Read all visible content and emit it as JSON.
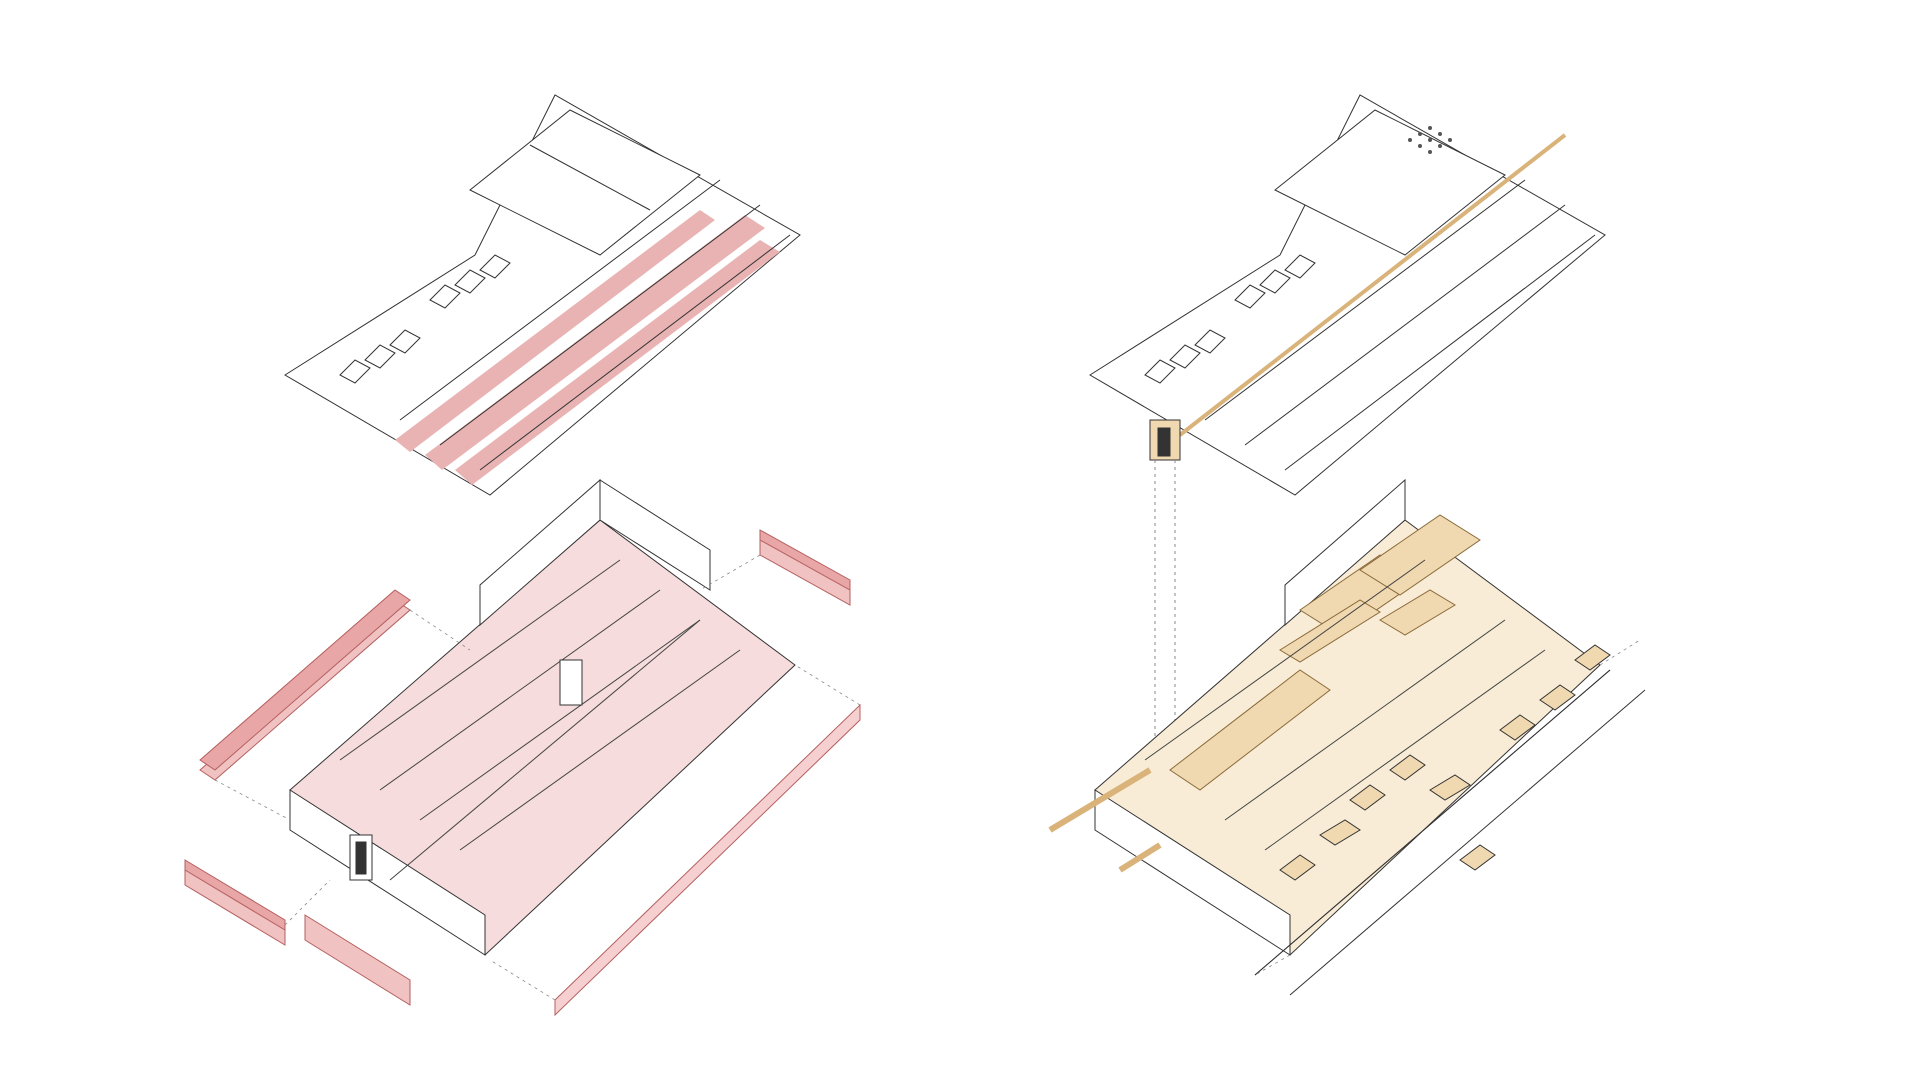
{
  "diagram": {
    "kind": "exploded-axonometric-comparison",
    "panels": [
      {
        "id": "existing",
        "accent": "#d98f8f",
        "fill": "#f4d6d6",
        "line": "#2a2a2a",
        "layers": [
          "roof",
          "main-hall",
          "side-bar-west",
          "side-bar-northeast",
          "side-bar-southwest",
          "side-bar-south",
          "long-facade-wall"
        ]
      },
      {
        "id": "proposed",
        "accent": "#e6c48f",
        "fill": "#f5e2c0",
        "line": "#2a2a2a",
        "layers": [
          "roof",
          "main-hall",
          "insertion-volumes",
          "circulation-tower",
          "bridge-walkway",
          "outdoor-furniture"
        ]
      }
    ],
    "colors": {
      "background": "#ffffff",
      "linework": "#333333",
      "existing_pink": "#e7a9a9",
      "existing_pink_light": "#f6dcdc",
      "proposed_beige": "#f0d9b0",
      "proposed_beige_dark": "#d9b37a"
    }
  }
}
